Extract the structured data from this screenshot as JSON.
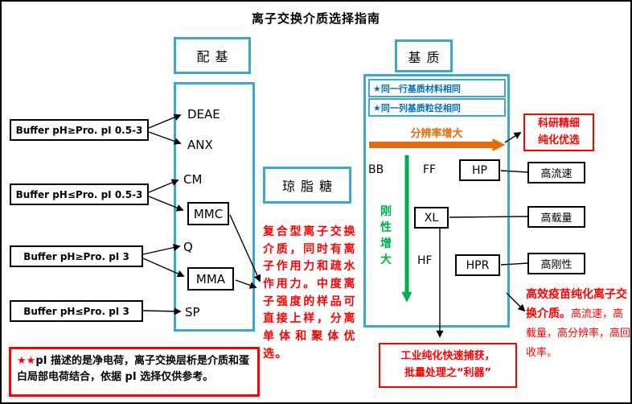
{
  "title": "离子交换介质选择指南",
  "ligand": {
    "header": "配基",
    "items": [
      "DEAE",
      "ANX",
      "CM",
      "MMC",
      "Q",
      "MMA",
      "SP"
    ]
  },
  "buffers": [
    "Buffer pH≥Pro. pI 0.5-3",
    "Buffer pH≤Pro. pI 0.5-3",
    "Buffer pH≥Pro. pI 3",
    "Buffer pH≤Pro. pI 3"
  ],
  "agarose": {
    "header": "琼脂糖",
    "note": "复合型离子交换介质，同时有离子作用力和疏水作用力。中度离子强度的样品可直接上样，分离单体和聚体优选。"
  },
  "matrix": {
    "header": "基质",
    "note_row": "★同一行基质材料相同",
    "note_col": "★同一列基质粒径相同",
    "resolution_arrow_label": "分辨率增大",
    "rigidity_arrow_label": "刚性增大",
    "cells": {
      "bb": "BB",
      "ff": "FF",
      "hp": "HP",
      "xl": "XL",
      "hf": "HF",
      "hpr": "HPR"
    }
  },
  "callouts": {
    "research": "科研精细纯化优选",
    "high_flow": "高流速",
    "high_capacity": "高载量",
    "high_rigidity": "高刚性",
    "vaccine_title": "高效疫苗纯化离子交换介质。",
    "vaccine_detail": "高流速，高载量，高分辨率，高回收率。",
    "industrial_line1": "工业纯化快速捕获，",
    "industrial_line2": "批量处理之“利器”"
  },
  "footnote": {
    "stars": "★★",
    "text": "pI 描述的是净电荷，离子交换层析是介质和蛋白局部电荷结合，依据 pI 选择仅供参考。"
  },
  "colors": {
    "cyan": "#3FA8C8",
    "orange": "#E36C09",
    "green": "#00B050",
    "red": "#FF0000",
    "blue": "#0070C0"
  }
}
